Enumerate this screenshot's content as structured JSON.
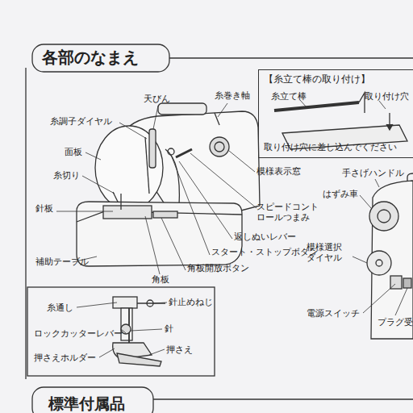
{
  "diagram": {
    "title": "各部のなまえ",
    "nodes": [
      {
        "text": [
          "【糸立て棒の取り付け】",
          "取り付け穴に差し込んでください"
        ]
      }
    ],
    "labels": [
      "天びん",
      "糸巻き軸",
      "糸調子ダイヤル",
      "面板",
      "糸切り",
      "針板",
      "補助テーブル",
      "スピードコント ロールつまみ",
      "返しぬいレバー",
      "スタート・ストップボタン",
      "角板開放ボタン",
      "角板",
      "模様表示窓",
      "手さげハンドル",
      "はずみ車",
      "模様選択 ダイヤル",
      "電源スイッチ",
      "プラグ受",
      "糸通し",
      "針止めねじ",
      "ロックカッターレバー",
      "針",
      "押さえホルダー",
      "押さえ",
      "糸立て棒",
      "取り付け穴",
      "標準付属品"
    ]
  }
}
